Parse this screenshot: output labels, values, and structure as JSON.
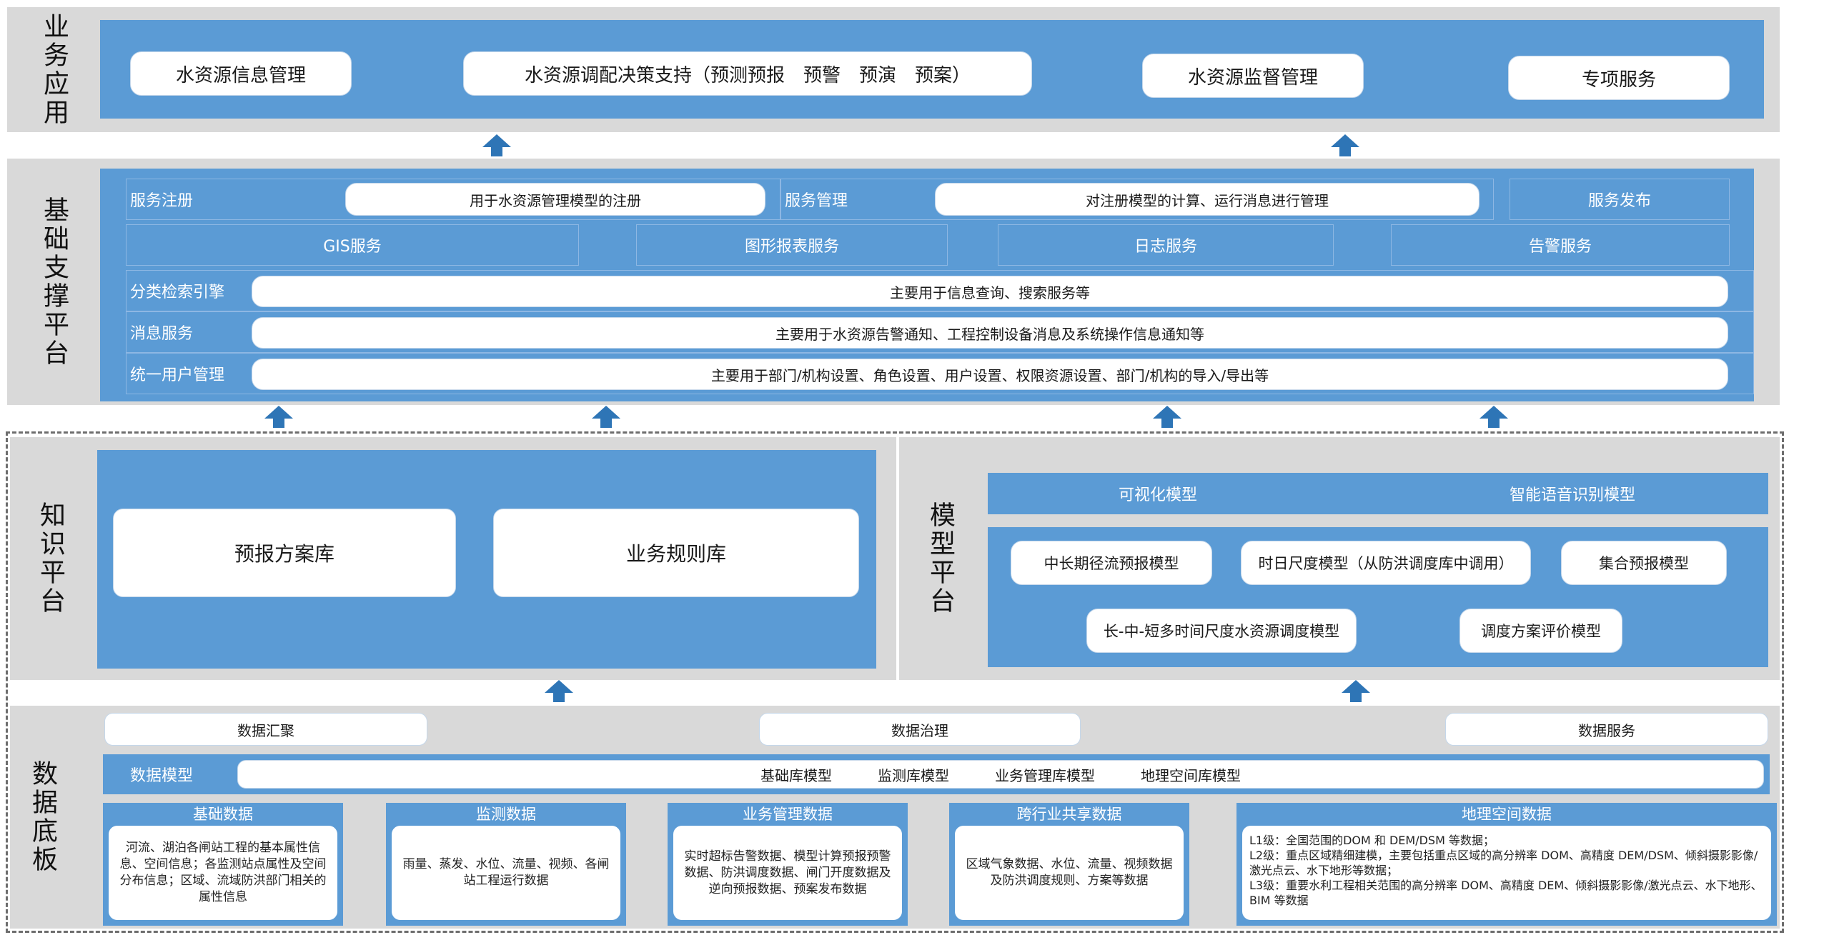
{
  "business": {
    "label": "业务应用",
    "items": [
      "水资源信息管理",
      "水资源调配决策支持（预测预报　预警　预演　预案）",
      "水资源监督管理",
      "专项服务"
    ]
  },
  "platform": {
    "label": "基础支撑平台",
    "reg_label": "服务注册",
    "reg_desc": "用于水资源管理模型的注册",
    "mgmt_label": "服务管理",
    "mgmt_desc": "对注册模型的计算、运行消息进行管理",
    "publish": "服务发布",
    "services": [
      "GIS服务",
      "图形报表服务",
      "日志服务",
      "告警服务"
    ],
    "rows": [
      {
        "label": "分类检索引擎",
        "desc": "主要用于信息查询、搜索服务等"
      },
      {
        "label": "消息服务",
        "desc": "主要用于水资源告警通知、工程控制设备消息及系统操作信息通知等"
      },
      {
        "label": "统一用户管理",
        "desc": "主要用于部门/机构设置、角色设置、用户设置、权限资源设置、部门/机构的导入/导出等"
      }
    ]
  },
  "knowledge": {
    "label": "知识平台",
    "items": [
      "预报方案库",
      "业务规则库"
    ]
  },
  "model": {
    "label": "模型平台",
    "top": [
      "可视化模型",
      "智能语音识别模型"
    ],
    "row1": [
      "中长期径流预报模型",
      "时日尺度模型（从防洪调度库中调用）",
      "集合预报模型"
    ],
    "row2": [
      "长-中-短多时间尺度水资源调度模型",
      "调度方案评价模型"
    ]
  },
  "data": {
    "label": "数据底板",
    "top": [
      "数据汇聚",
      "数据治理",
      "数据服务"
    ],
    "model_label": "数据模型",
    "models": [
      "基础库模型",
      "监测库模型",
      "业务管理库模型",
      "地理空间库模型"
    ],
    "cards": [
      {
        "title": "基础数据",
        "text": "河流、湖泊各闸站工程的基本属性信息、空间信息；各监测站点属性及空间分布信息；区域、流域防洪部门相关的属性信息"
      },
      {
        "title": "监测数据",
        "text": "雨量、蒸发、水位、流量、视频、各闸站工程运行数据"
      },
      {
        "title": "业务管理数据",
        "text": "实时超标告警数据、模型计算预报预警数据、防洪调度数据、闸门开度数据及逆向预报数据、预案发布数据"
      },
      {
        "title": "跨行业共享数据",
        "text": "区域气象数据、水位、流量、视频数据及防洪调度规则、方案等数据"
      },
      {
        "title": "地理空间数据",
        "lines": [
          "L1级：全国范围的DOM 和 DEM/DSM 等数据；",
          "L2级：重点区域精细建模，主要包括重点区域的高分辨率 DOM、高精度 DEM/DSM、倾斜摄影影像/激光点云、水下地形等数据；",
          "L3级：重要水利工程相关范围的高分辨率 DOM、高精度 DEM、倾斜摄影影像/激光点云、水下地形、BIM 等数据"
        ]
      }
    ]
  }
}
